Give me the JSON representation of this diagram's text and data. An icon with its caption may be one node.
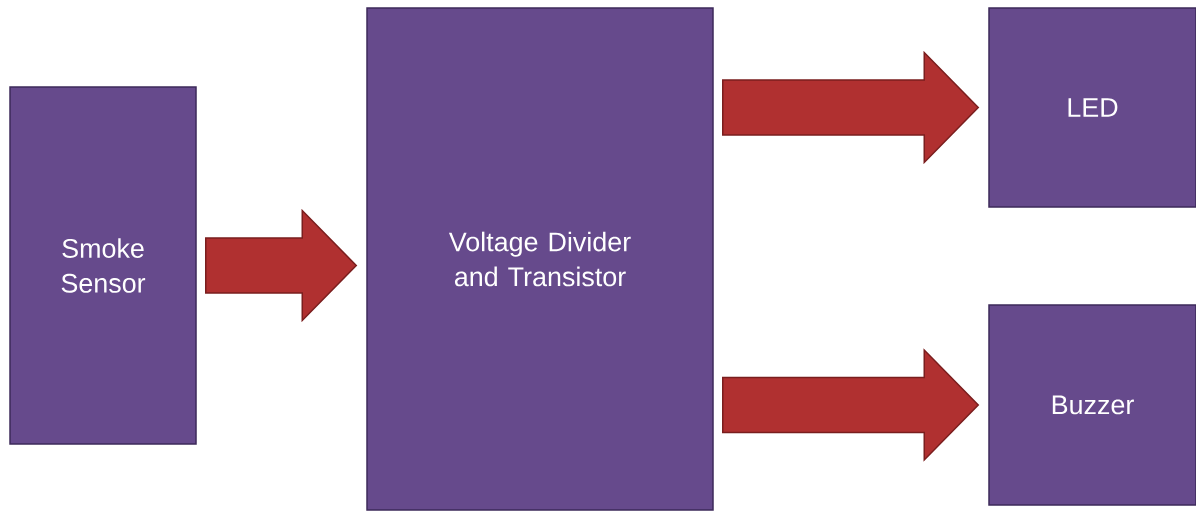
{
  "diagram": {
    "nodes": [
      {
        "text": [
          "Smoke Sensor"
        ]
      },
      {
        "text": [
          "Voltage Divider and Transistor"
        ]
      },
      {
        "text": [
          "LED"
        ]
      },
      {
        "text": [
          "Buzzer"
        ]
      }
    ],
    "edges": [
      {
        "from": 0,
        "to": 1,
        "arrow": "to"
      },
      {
        "from": 1,
        "to": 2,
        "arrow": "to"
      },
      {
        "from": 1,
        "to": 3,
        "arrow": "to"
      }
    ]
  }
}
